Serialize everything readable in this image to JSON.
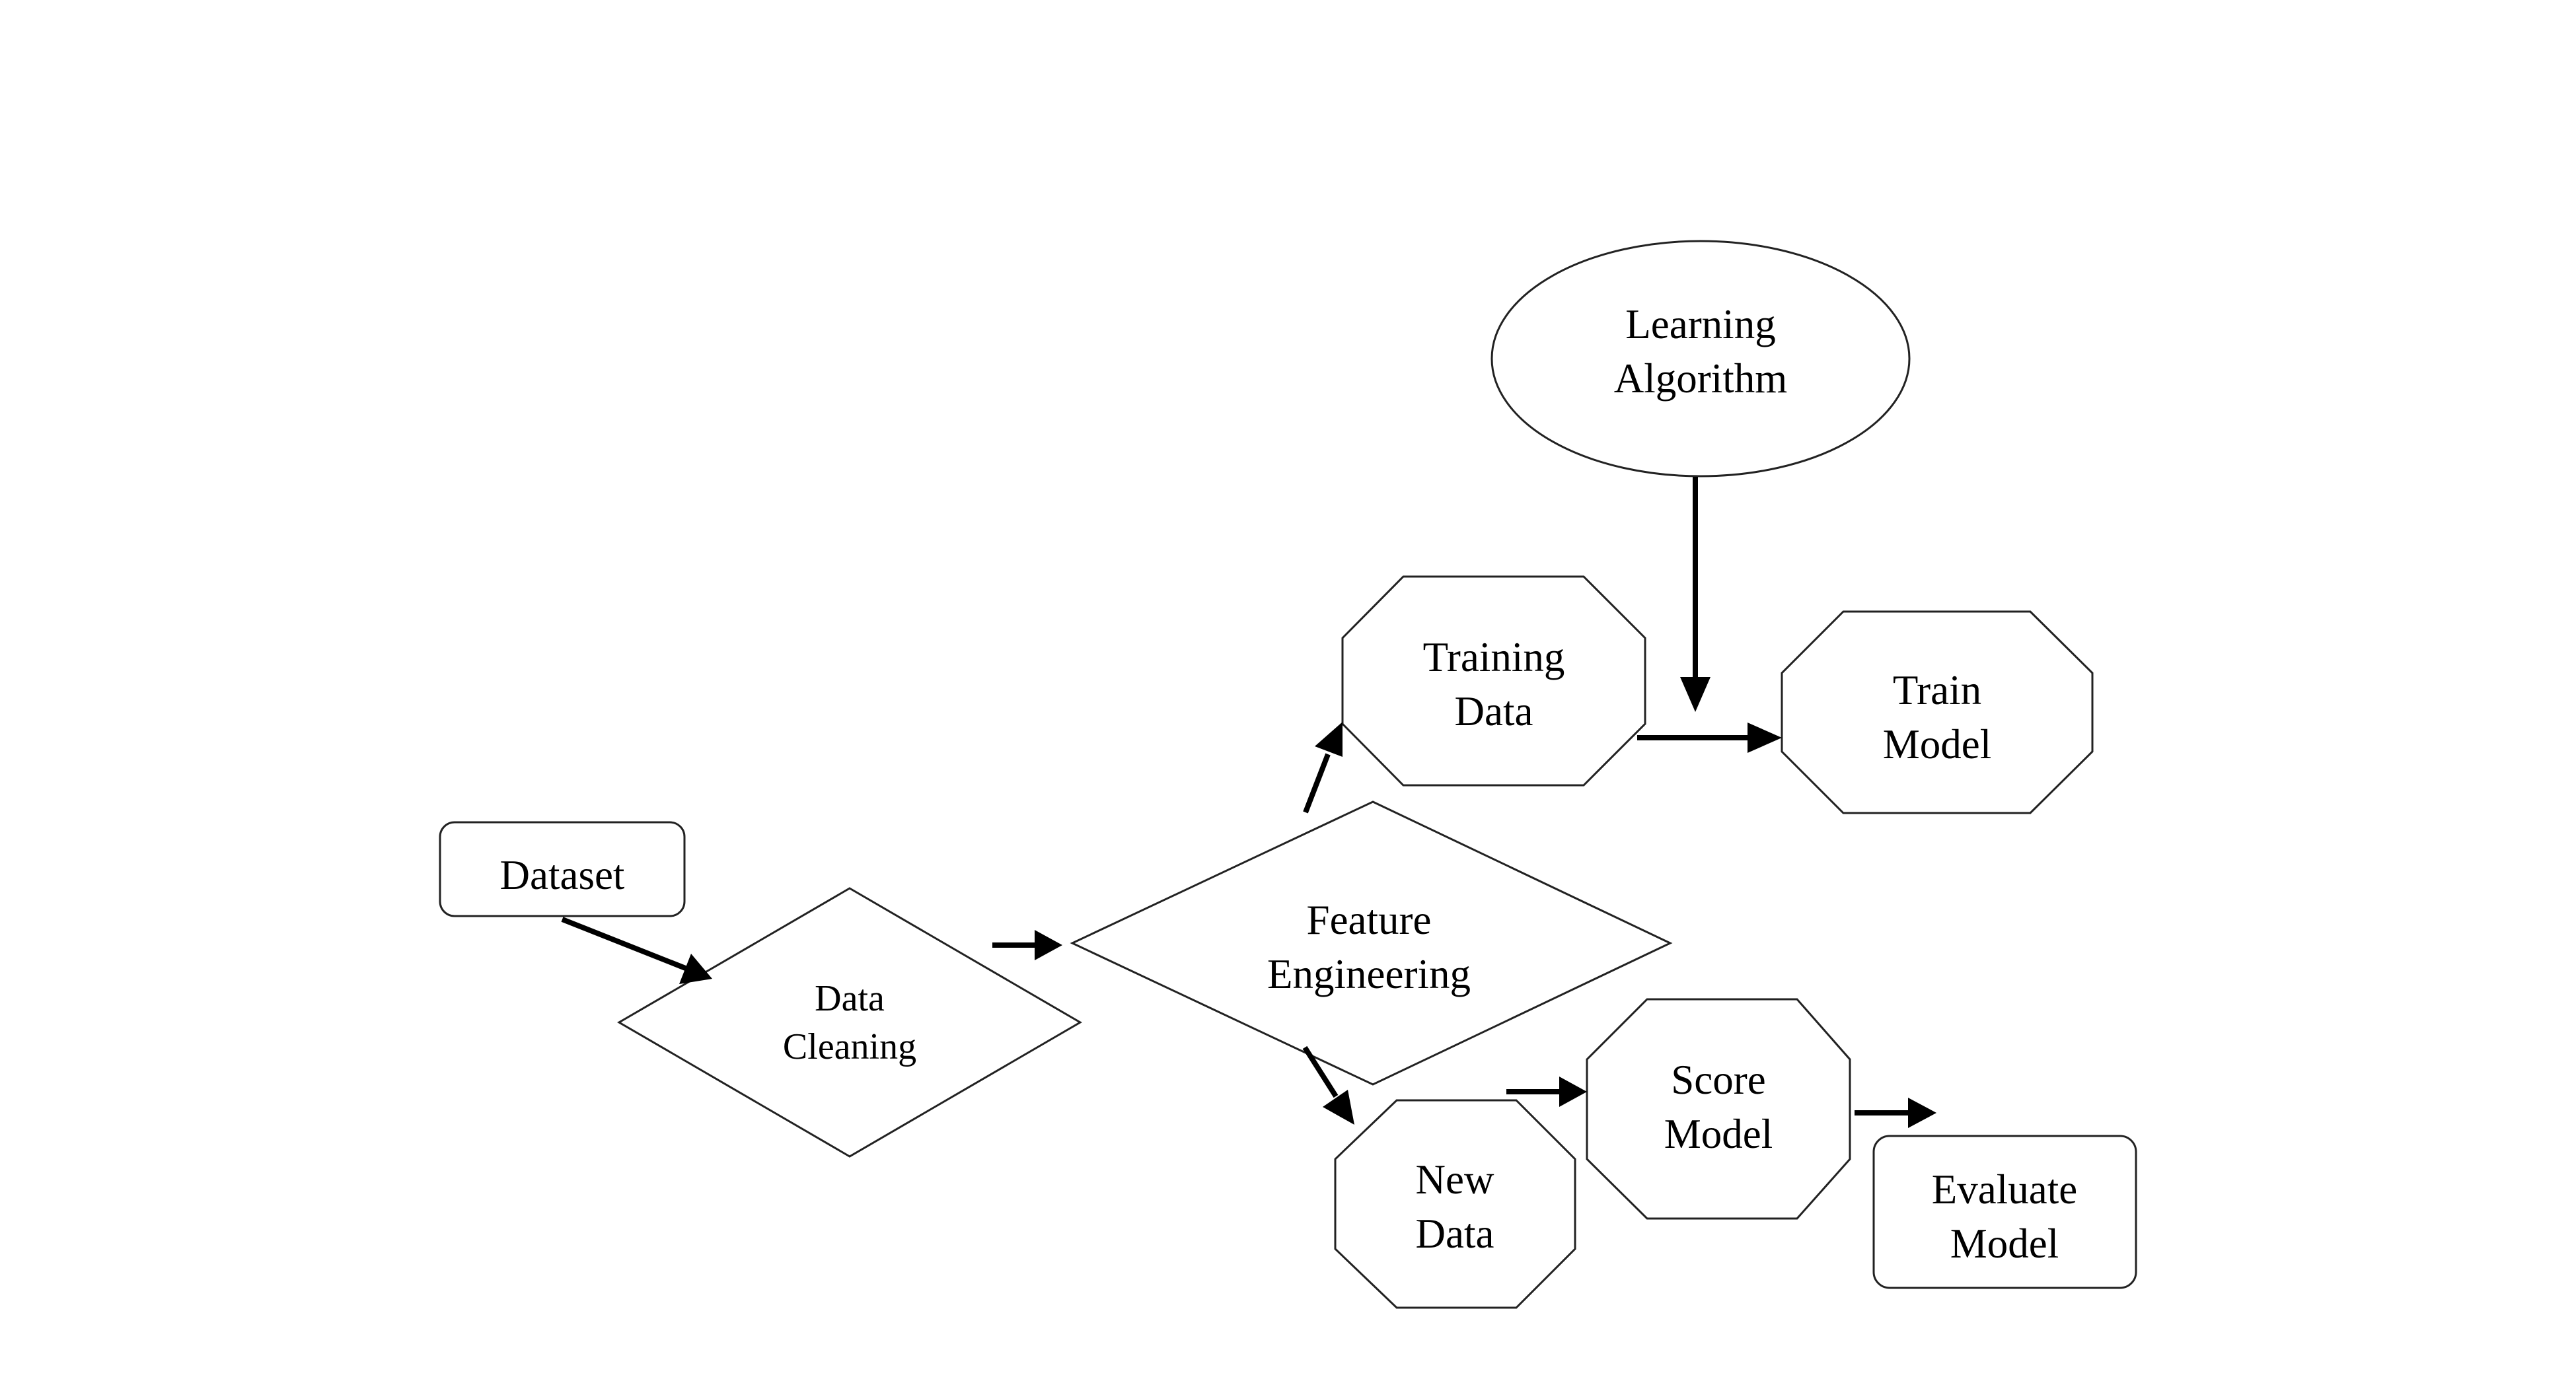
{
  "diagram": {
    "nodes": {
      "dataset": {
        "lines": [
          "Dataset"
        ],
        "shape": "rounded-rectangle"
      },
      "data_cleaning": {
        "lines": [
          "Data",
          "Cleaning"
        ],
        "shape": "diamond"
      },
      "feature_engineering": {
        "lines": [
          "Feature",
          "Engineering"
        ],
        "shape": "diamond"
      },
      "learning_algorithm": {
        "lines": [
          "Learning",
          "Algorithm"
        ],
        "shape": "ellipse"
      },
      "training_data": {
        "lines": [
          "Training",
          "Data"
        ],
        "shape": "octagon"
      },
      "train_model": {
        "lines": [
          "Train",
          "Model"
        ],
        "shape": "octagon"
      },
      "new_data": {
        "lines": [
          "New",
          "Data"
        ],
        "shape": "octagon"
      },
      "score_model": {
        "lines": [
          "Score",
          "Model"
        ],
        "shape": "octagon"
      },
      "evaluate_model": {
        "lines": [
          "Evaluate",
          "Model"
        ],
        "shape": "rounded-rectangle"
      }
    },
    "edges": [
      {
        "from": "dataset",
        "to": "data_cleaning"
      },
      {
        "from": "data_cleaning",
        "to": "feature_engineering"
      },
      {
        "from": "feature_engineering",
        "to": "training_data"
      },
      {
        "from": "feature_engineering",
        "to": "new_data"
      },
      {
        "from": "learning_algorithm",
        "to": "train_model"
      },
      {
        "from": "training_data",
        "to": "train_model"
      },
      {
        "from": "new_data",
        "to": "score_model"
      },
      {
        "from": "score_model",
        "to": "evaluate_model"
      }
    ],
    "colors": {
      "stroke": "#222222",
      "arrow": "#000000",
      "background": "#ffffff"
    }
  }
}
